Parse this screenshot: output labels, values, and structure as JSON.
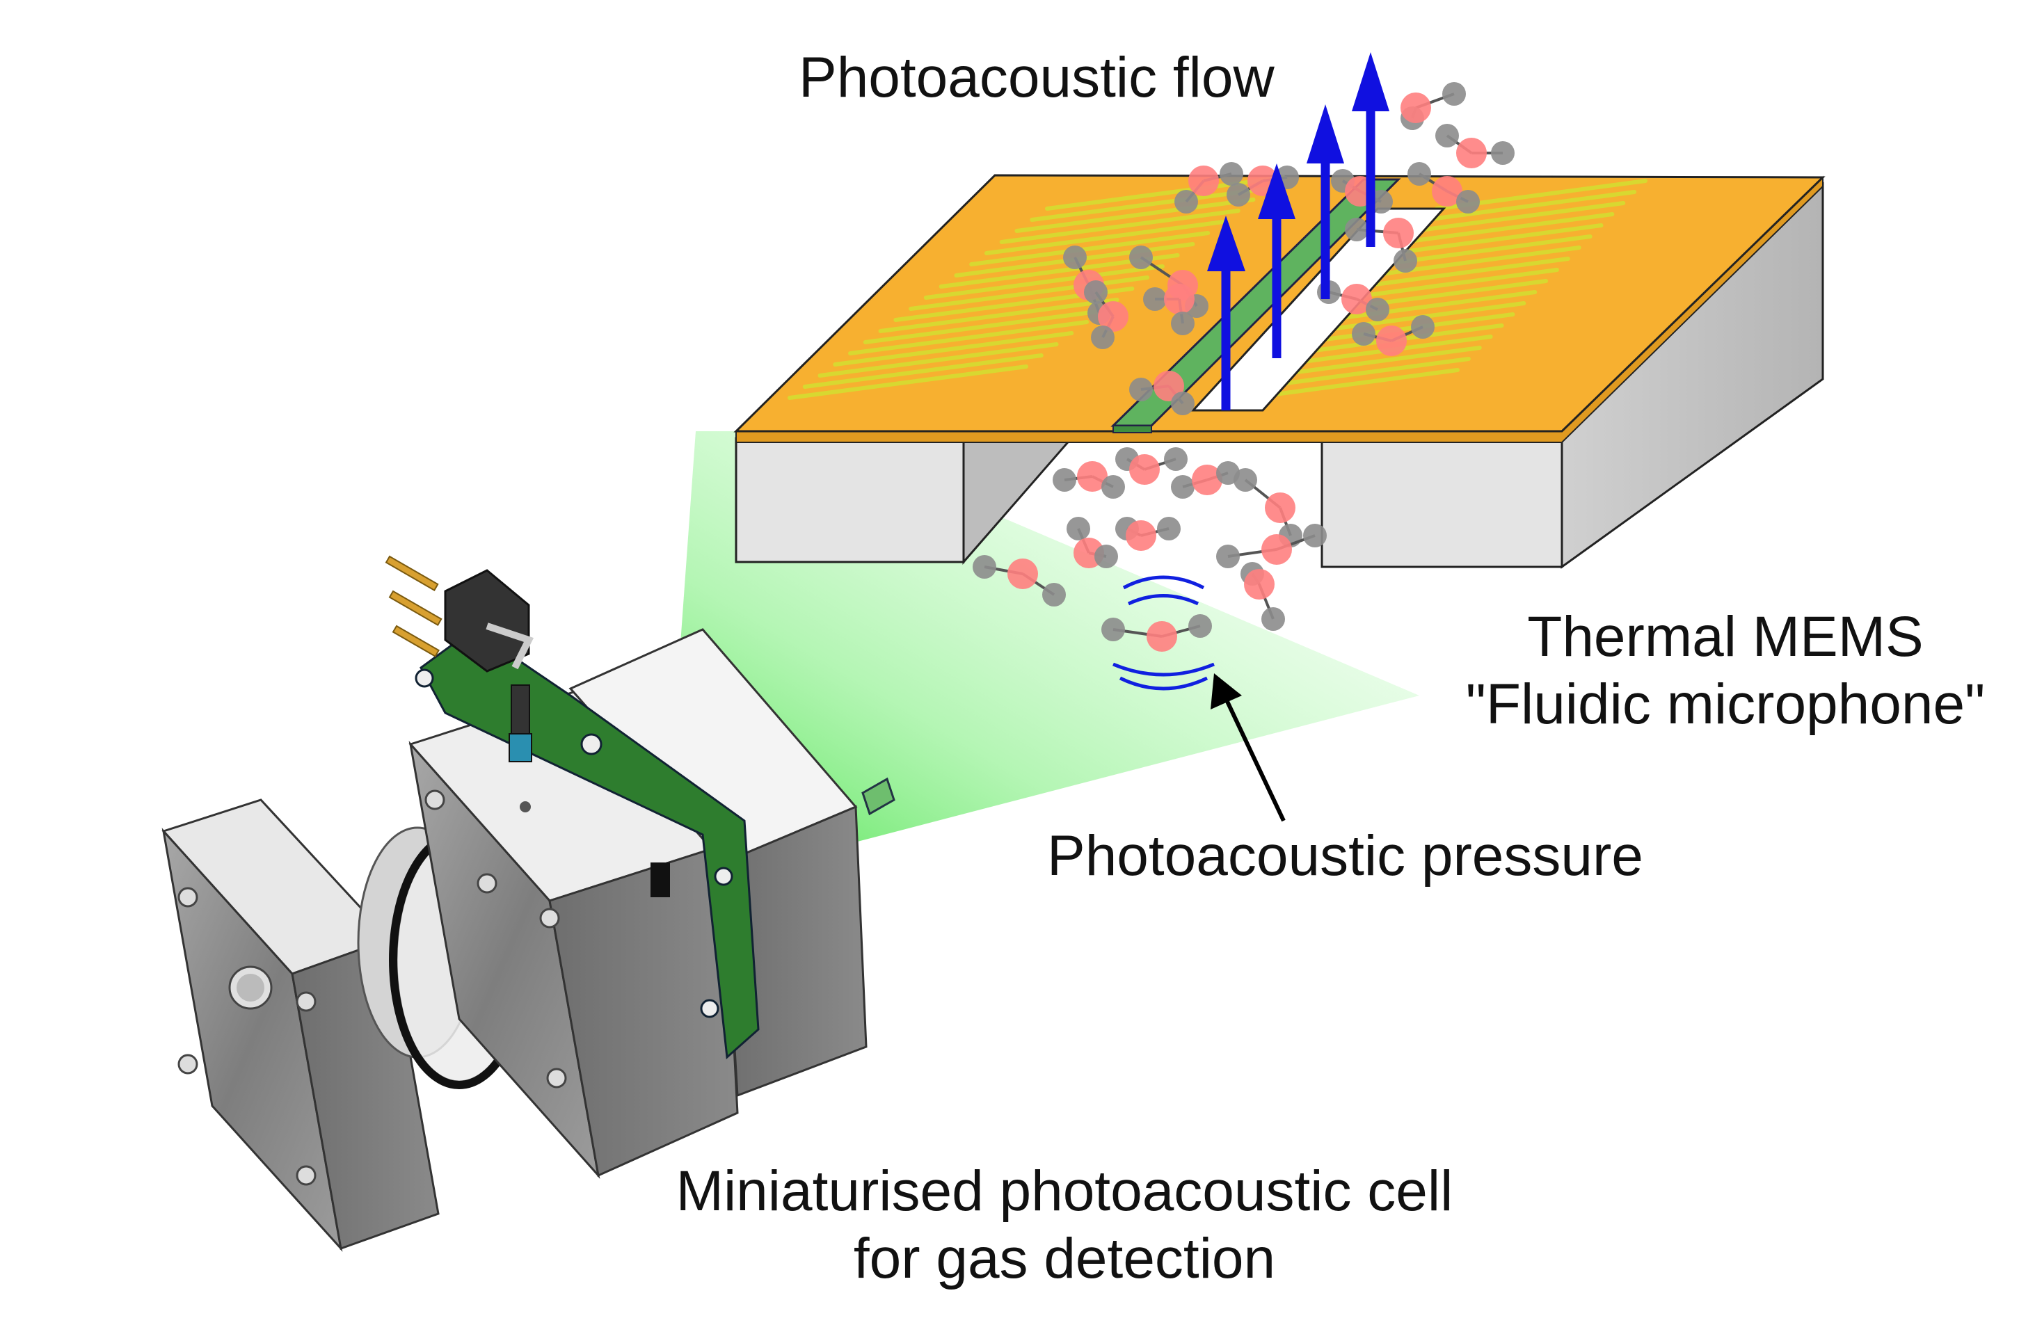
{
  "labels": {
    "flow": "Photoacoustic flow",
    "mems_line1": "Thermal MEMS",
    "mems_line2": "\"Fluidic microphone\"",
    "pressure": "Photoacoustic pressure",
    "cell_line1": "Miniaturised photoacoustic cell",
    "cell_line2": "for gas detection"
  },
  "colors": {
    "chip_gold": "#F7B030",
    "heater_lines": "#D8D830",
    "bridge_green": "#5FB35F",
    "flow_arrow": "#1010E0",
    "pressure_waves": "#1020E0",
    "molecule_red": "#FF8080",
    "molecule_gray": "#8C8C8C",
    "pcb_green": "#2E7D2E",
    "light_beam": "#66EE66",
    "aluminium": "#8E8E8E"
  }
}
